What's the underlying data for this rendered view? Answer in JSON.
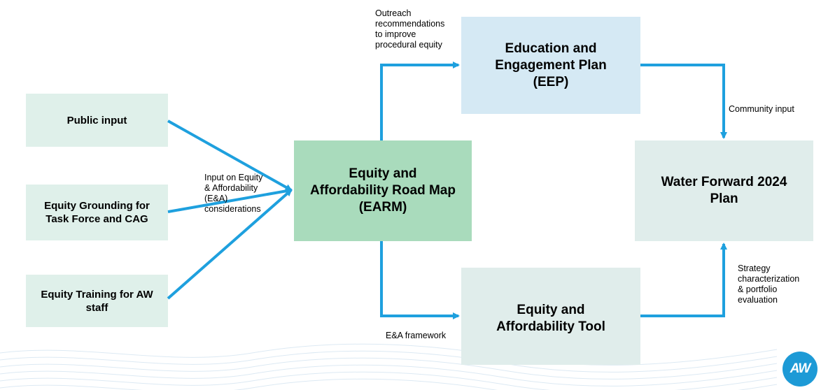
{
  "inputs": {
    "public_input": "Public input",
    "equity_grounding": "Equity Grounding for\nTask Force and CAG",
    "equity_training": "Equity Training for AW\nstaff"
  },
  "earm": {
    "title": "Equity and\nAffordability Road Map\n(EARM)"
  },
  "eep": {
    "title": "Education and\nEngagement Plan\n(EEP)"
  },
  "tool": {
    "title": "Equity and\nAffordability Tool"
  },
  "water_forward": {
    "title": "Water Forward 2024\nPlan"
  },
  "labels": {
    "outreach": "Outreach\nrecommendations\nto improve\nprocedural equity",
    "input_on_equity": "Input on Equity\n& Affordability\n(E&A)\nconsiderations",
    "community_input": "Community input",
    "strategy": "Strategy\ncharacterization\n& portfolio\nevaluation",
    "ea_framework": "E&A framework"
  },
  "logo": {
    "text": "AW"
  },
  "colors": {
    "arrow": "#1ea0de",
    "input_boxes": "#dff0ea",
    "earm": "#a9dbbc",
    "eep": "#d5e9f4",
    "water_forward": "#e0edeb",
    "tool": "#e0edeb"
  }
}
